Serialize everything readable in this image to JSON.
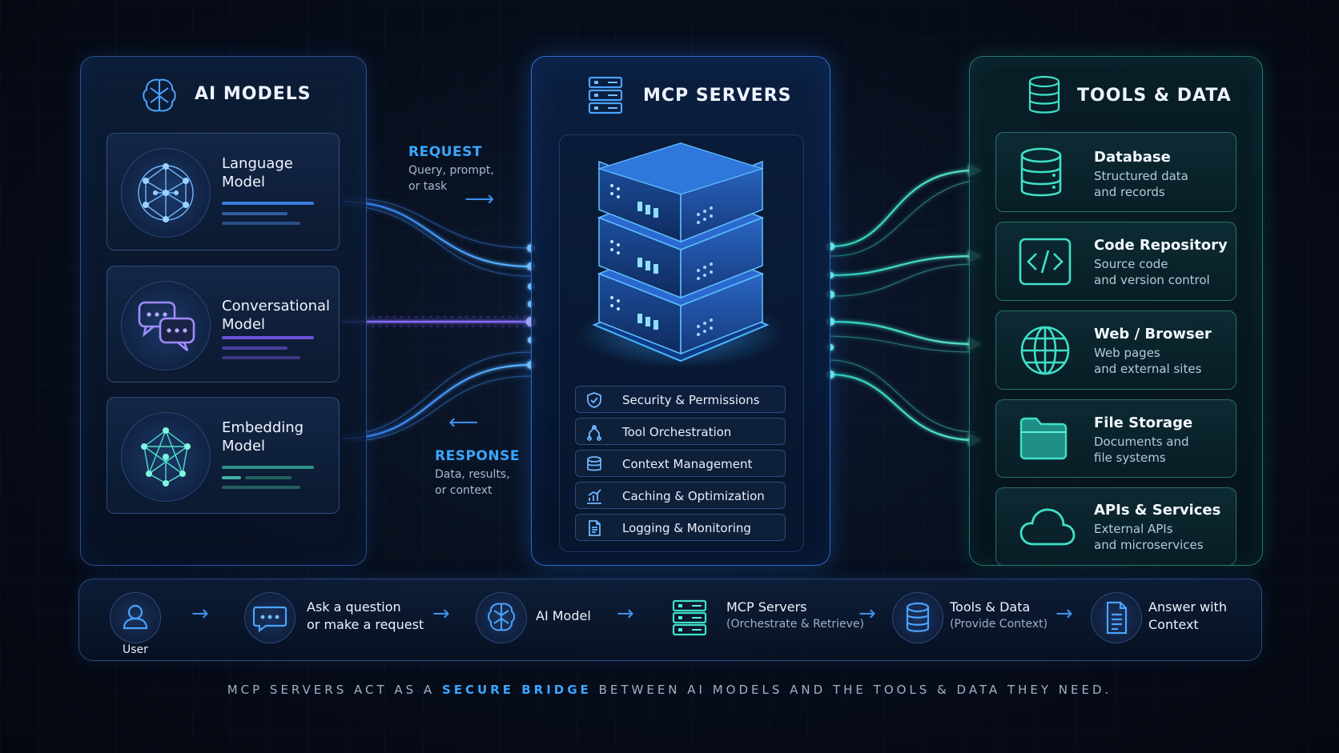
{
  "ai_models": {
    "title": "AI MODELS",
    "cards": [
      {
        "label": "Language\nModel"
      },
      {
        "label": "Conversational\nModel"
      },
      {
        "label": "Embedding\nModel"
      }
    ]
  },
  "mcp_servers": {
    "title": "MCP SERVERS",
    "features": [
      {
        "label": "Security & Permissions",
        "icon": "shield-icon"
      },
      {
        "label": "Tool Orchestration",
        "icon": "orchestration-icon"
      },
      {
        "label": "Context Management",
        "icon": "database-icon"
      },
      {
        "label": "Caching & Optimization",
        "icon": "chart-icon"
      },
      {
        "label": "Logging & Monitoring",
        "icon": "document-icon"
      }
    ]
  },
  "tools_data": {
    "title": "TOOLS & DATA",
    "items": [
      {
        "title": "Database",
        "desc": "Structured data\nand records",
        "icon": "database-icon"
      },
      {
        "title": "Code Repository",
        "desc": "Source code\nand version control",
        "icon": "code-icon"
      },
      {
        "title": "Web / Browser",
        "desc": "Web pages\nand external sites",
        "icon": "globe-icon"
      },
      {
        "title": "File Storage",
        "desc": "Documents and\nfile systems",
        "icon": "folder-icon"
      },
      {
        "title": "APIs & Services",
        "desc": "External APIs\nand microservices",
        "icon": "cloud-icon"
      }
    ]
  },
  "request": {
    "label": "REQUEST",
    "desc": "Query, prompt,\nor task"
  },
  "response": {
    "label": "RESPONSE",
    "desc": "Data, results,\nor context"
  },
  "flow": {
    "user": "User",
    "ask": "Ask a question\nor make a request",
    "ai_model": "AI Model",
    "mcp": "MCP Servers",
    "mcp_sub": "(Orchestrate & Retrieve)",
    "tools": "Tools & Data",
    "tools_sub": "(Provide Context)",
    "answer": "Answer with\nContext"
  },
  "tagline": {
    "part1": "MCP SERVERS ACT AS A ",
    "highlight": "SECURE BRIDGE",
    "part2": " BETWEEN AI MODELS  AND THE TOOLS & DATA THEY NEED."
  },
  "colors": {
    "accent_blue": "#3aa6ff",
    "accent_teal": "#3fe0c8",
    "accent_purple": "#8a6bff"
  }
}
